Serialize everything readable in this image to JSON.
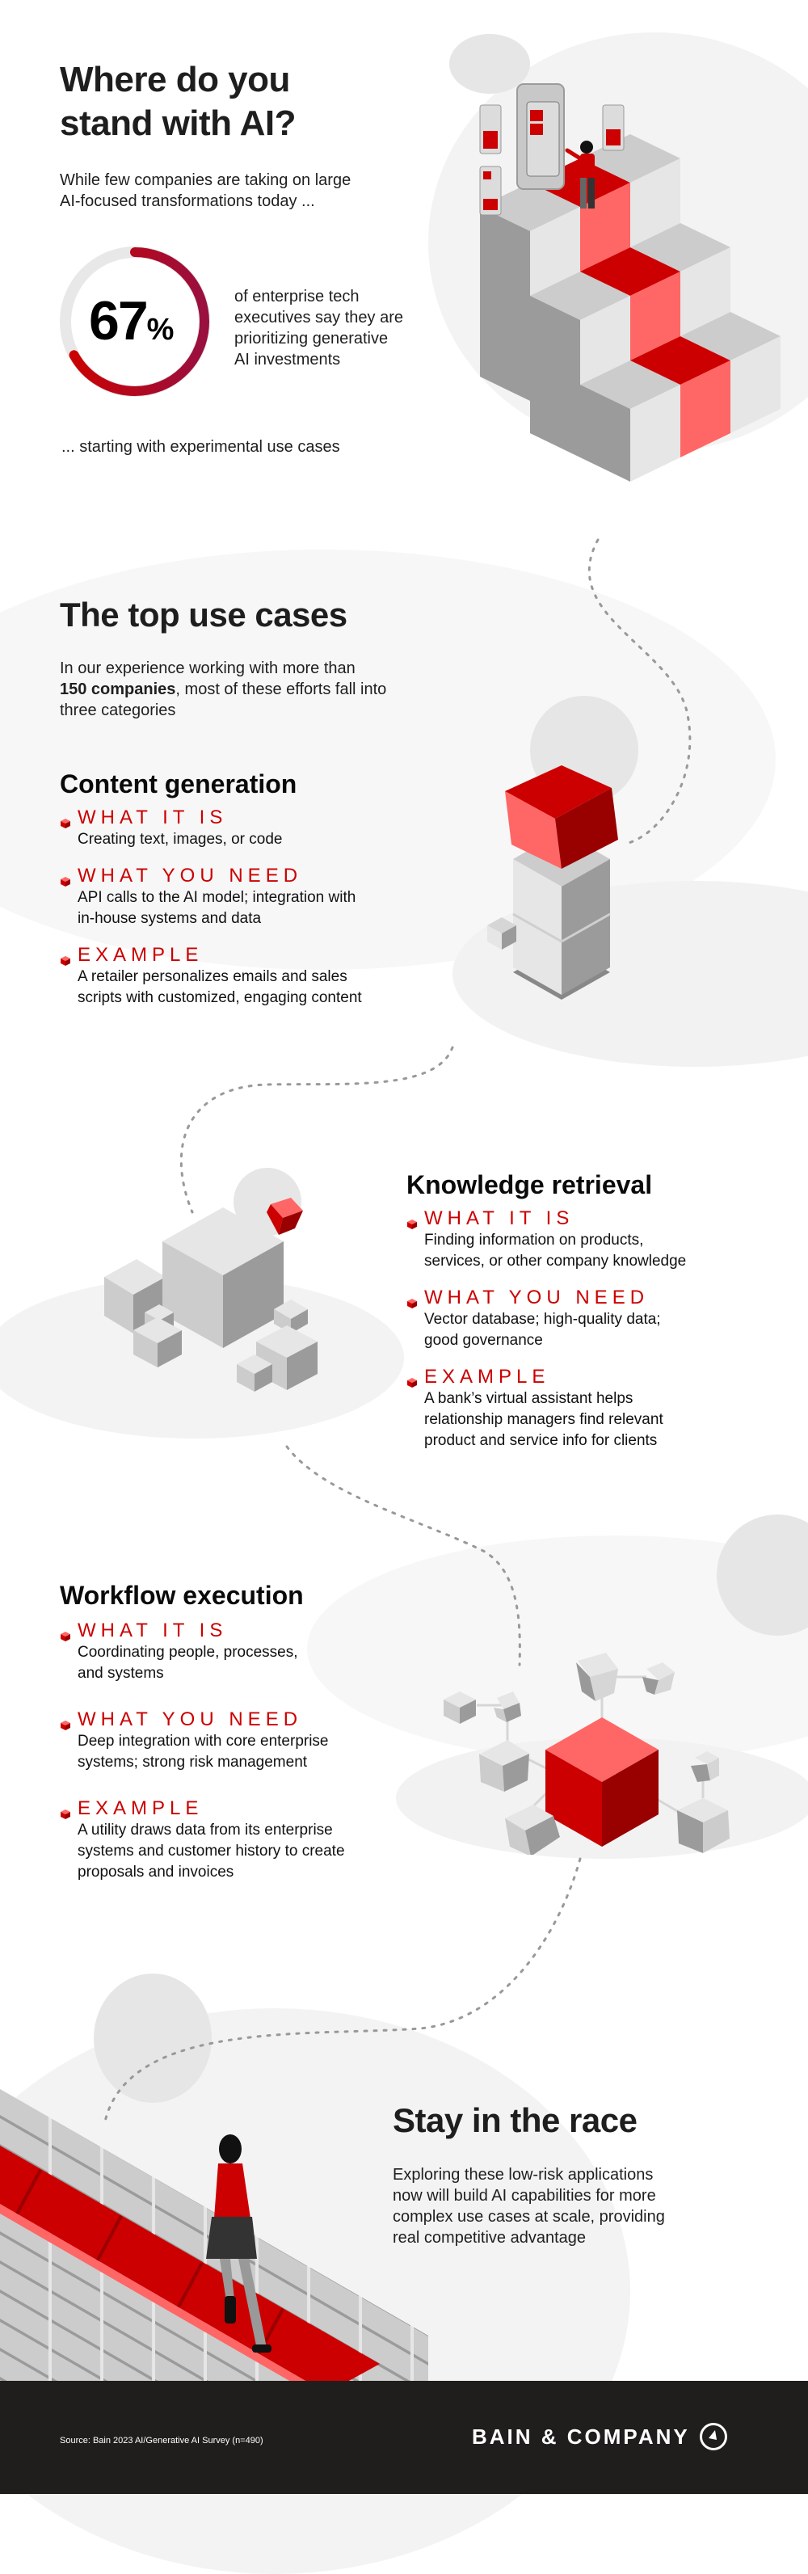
{
  "hero": {
    "title_line1": "Where do you",
    "title_line2": "stand with AI?",
    "intro_line1": "While few companies are taking on large",
    "intro_line2": "AI-focused transformations today ...",
    "stat": {
      "value": "67",
      "unit": "%",
      "percent": 67,
      "desc_line1": "of enterprise tech",
      "desc_line2": "executives say they are",
      "desc_line3": "prioritizing generative",
      "desc_line4": "AI investments"
    },
    "outro": "... starting with experimental use cases",
    "illustration": "person-on-red-staircase-with-tablet-icon"
  },
  "top_use_cases": {
    "title": "The top use cases",
    "intro_line1": "In our experience working with more than",
    "intro_bold": "150 companies",
    "intro_rest": ", most of these efforts fall into",
    "intro_line3": "three categories"
  },
  "labels": {
    "what_it_is": "WHAT IT IS",
    "what_you_need": "WHAT YOU NEED",
    "example": "EXAMPLE"
  },
  "use_cases": [
    {
      "title": "Content generation",
      "what_it_is": [
        "Creating text, images, or code"
      ],
      "what_you_need": [
        "API calls to the AI model; integration with",
        "in-house systems and data"
      ],
      "example": [
        "A retailer personalizes emails and sales",
        "scripts with customized, engaging content"
      ],
      "illustration": "stacked-cubes-red-top-icon"
    },
    {
      "title": "Knowledge retrieval",
      "what_it_is": [
        "Finding information on products,",
        "services, or other company knowledge"
      ],
      "what_you_need": [
        "Vector database; high-quality data;",
        "good governance"
      ],
      "example": [
        "A bank’s virtual assistant helps",
        "relationship managers find relevant",
        "product and service info for clients"
      ],
      "illustration": "cube-cluster-icon"
    },
    {
      "title": "Workflow execution",
      "what_it_is": [
        "Coordinating people, processes,",
        "and systems"
      ],
      "what_you_need": [
        "Deep integration with core enterprise",
        "systems; strong risk management"
      ],
      "example": [
        "A utility draws data from its enterprise",
        "systems and customer history to create",
        "proposals and invoices"
      ],
      "illustration": "connected-cubes-network-icon"
    }
  ],
  "closing": {
    "title": "Stay in the race",
    "body": [
      "Exploring these low-risk applications",
      "now will build AI capabilities for more",
      "complex use cases at scale, providing",
      "real competitive advantage"
    ],
    "illustration": "woman-walking-red-path-icon"
  },
  "footer": {
    "source": "Source: Bain 2023 AI/Generative AI Survey (n=490)",
    "brand": "BAIN & COMPANY"
  },
  "colors": {
    "accent_red": "#cc0000",
    "light_red": "#ff6666",
    "dark_red": "#990000",
    "ring_end": "#99103f",
    "ring_track": "#e8e8e8",
    "blob_light": "#f4f4f4",
    "blob_mid": "#e6e6e6",
    "footer_bg": "#1f1e1d"
  }
}
